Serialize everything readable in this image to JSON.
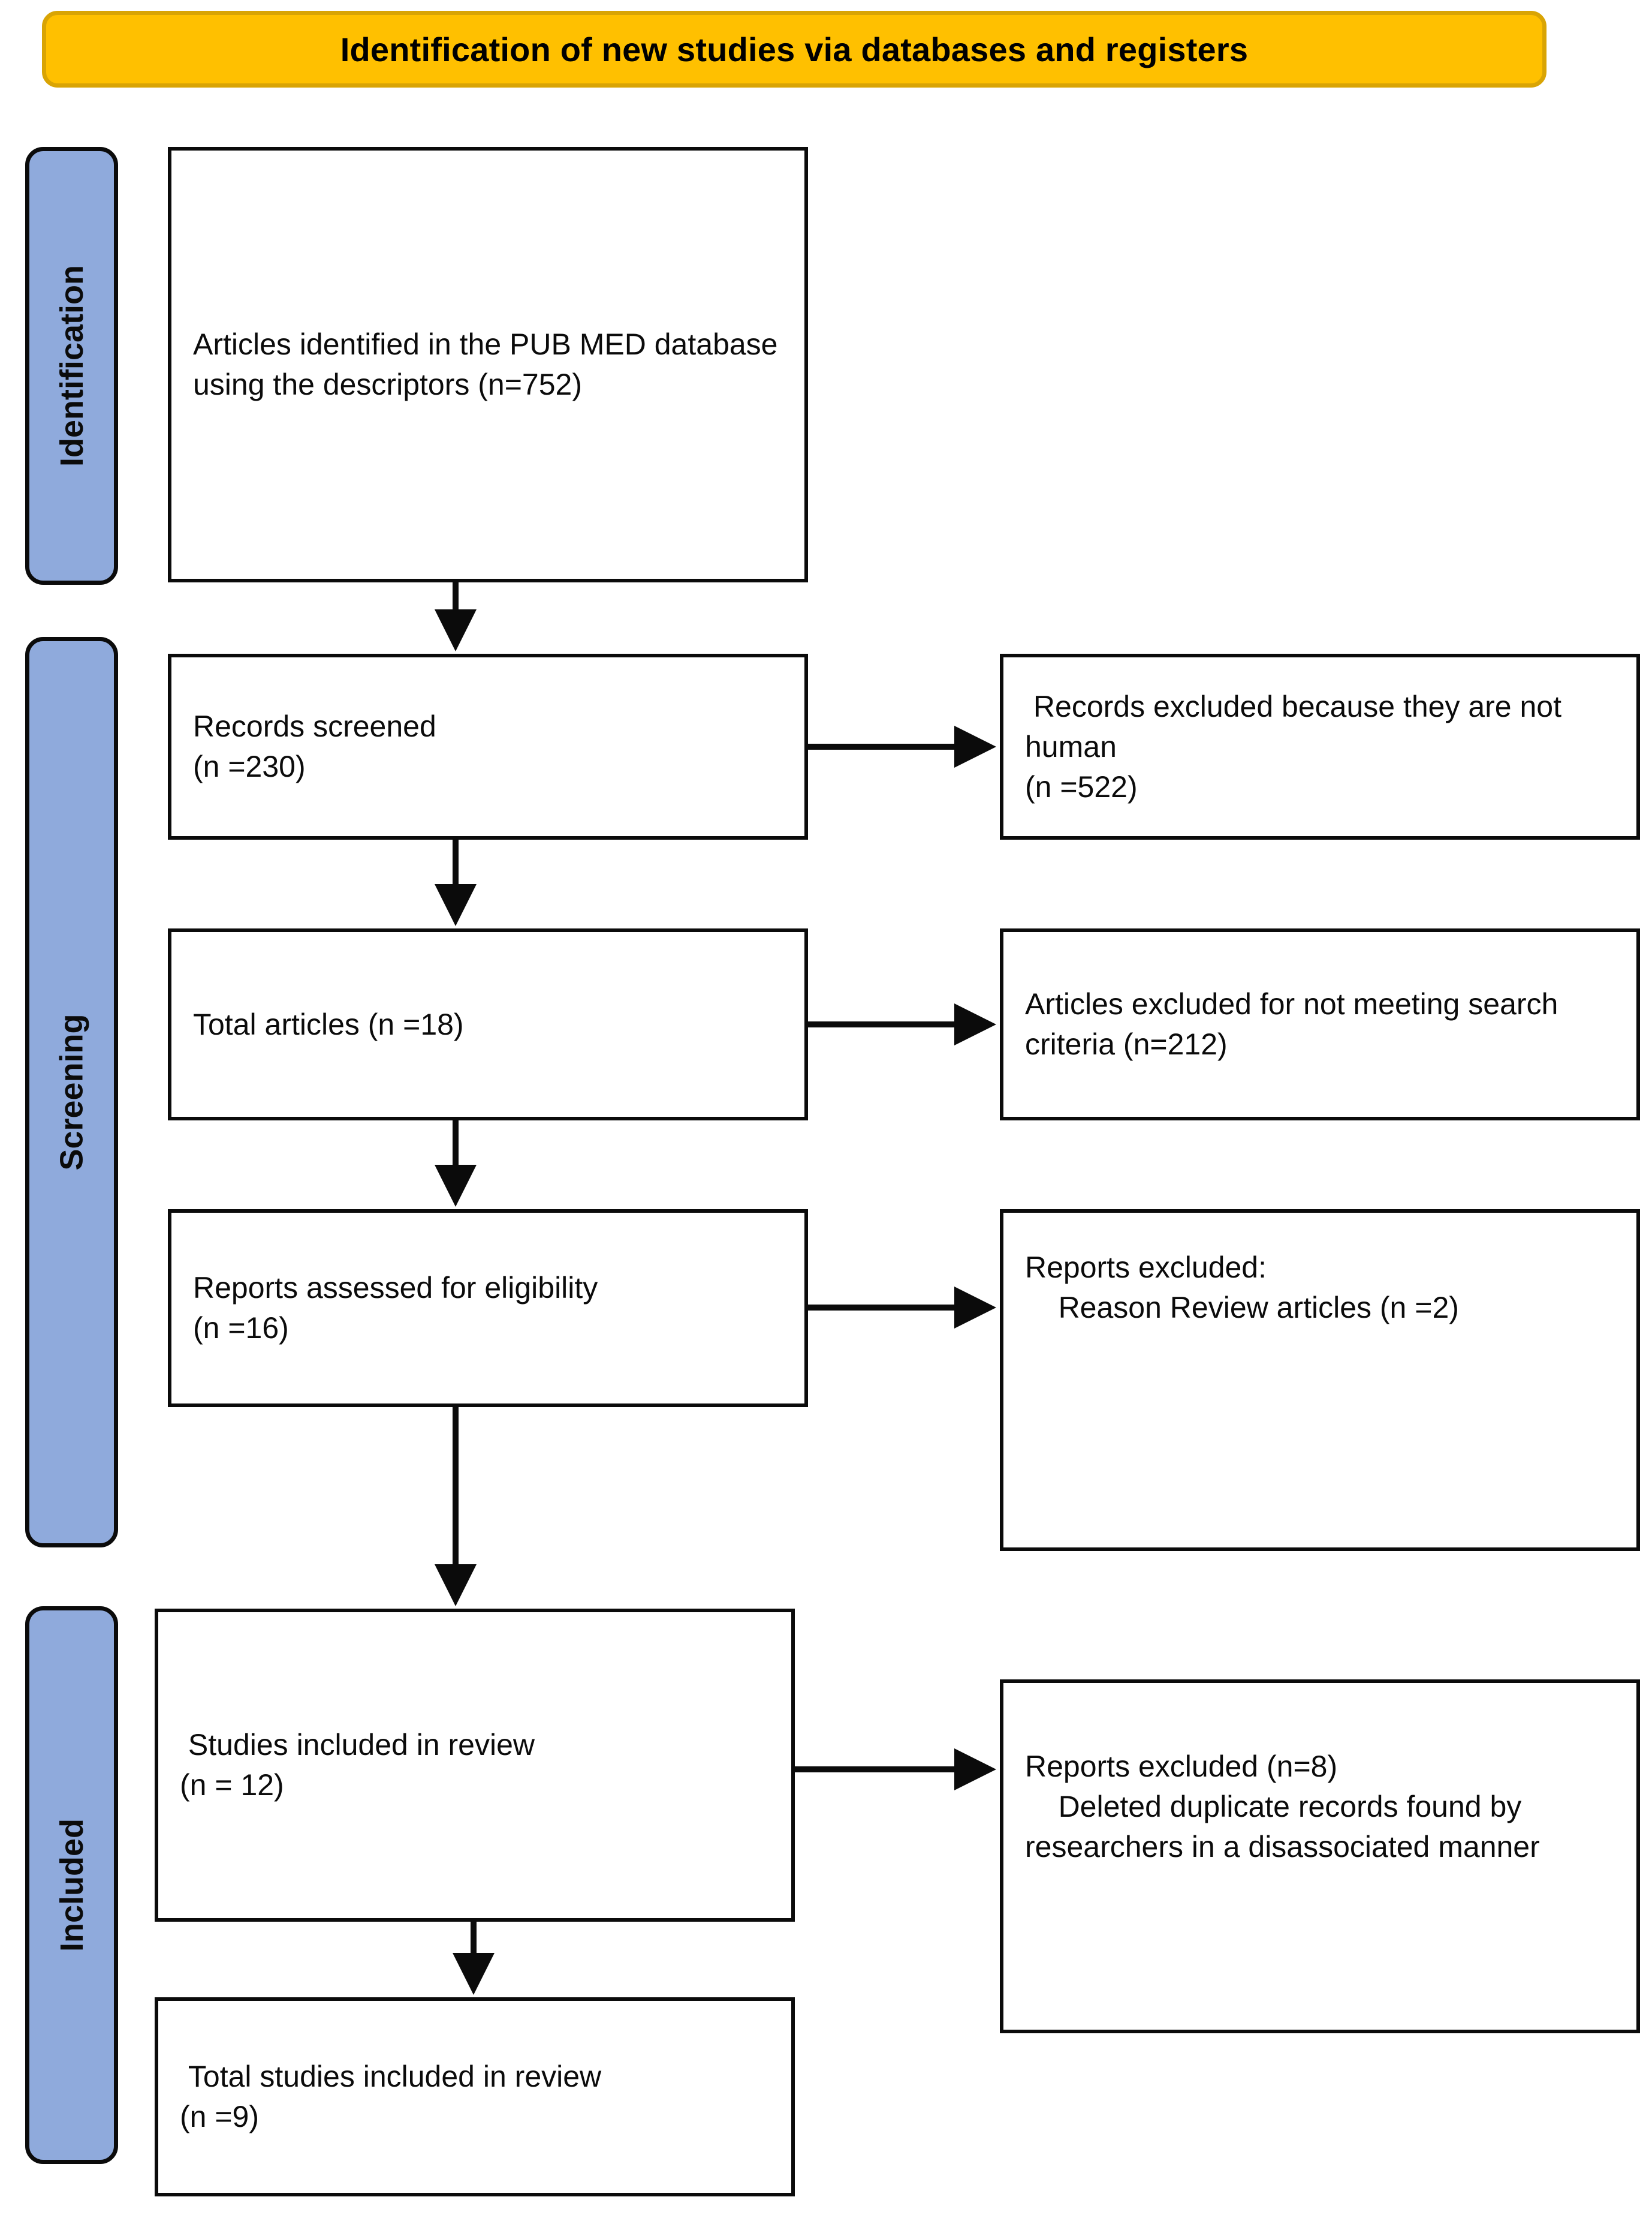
{
  "banner": {
    "title": "Identification of new studies via databases and registers",
    "fill": "#FFC000",
    "border": "#D9A404"
  },
  "stages": {
    "fill": "#8FAADC",
    "items": [
      {
        "id": "identification",
        "label": "Identification"
      },
      {
        "id": "screening",
        "label": "Screening"
      },
      {
        "id": "included",
        "label": "Included"
      }
    ]
  },
  "flow": {
    "left_column": [
      {
        "id": "identified",
        "text": "Articles identified in the PUB MED database using the descriptors (n=752)",
        "n": 752
      },
      {
        "id": "screened",
        "text": "Records screened\n(n =230)",
        "n": 230
      },
      {
        "id": "total_articles",
        "text": "Total articles (n =18)",
        "n": 18
      },
      {
        "id": "eligibility",
        "text": "Reports assessed for eligibility\n(n =16)",
        "n": 16
      },
      {
        "id": "included_in_review",
        "text": " Studies included in review\n(n = 12)",
        "n": 12
      },
      {
        "id": "total_included",
        "text": " Total studies included in review\n(n =9)",
        "n": 9
      }
    ],
    "right_column": [
      {
        "id": "excluded_not_human",
        "text": " Records excluded because they are not human\n(n =522)",
        "n": 522
      },
      {
        "id": "excluded_criteria",
        "text": "Articles excluded for not meeting search criteria (n=212)",
        "n": 212
      },
      {
        "id": "excluded_reports",
        "text": "Reports excluded:\n    Reason Review articles (n =2)",
        "n": 2
      },
      {
        "id": "excluded_duplicates",
        "text": "Reports excluded (n=8)\n    Deleted duplicate records found by researchers in a disassociated manner",
        "n": 8
      }
    ]
  },
  "chart_data": {
    "type": "diagram",
    "title": "Identification of new studies via databases and registers",
    "nodes": [
      {
        "id": "identified",
        "stage": "Identification",
        "label": "Articles identified in the PUB MED database using the descriptors",
        "n": 752
      },
      {
        "id": "screened",
        "stage": "Screening",
        "label": "Records screened",
        "n": 230
      },
      {
        "id": "excluded_not_human",
        "stage": "Screening",
        "label": "Records excluded because they are not human",
        "n": 522
      },
      {
        "id": "total_articles",
        "stage": "Screening",
        "label": "Total articles",
        "n": 18
      },
      {
        "id": "excluded_criteria",
        "stage": "Screening",
        "label": "Articles excluded for not meeting search criteria",
        "n": 212
      },
      {
        "id": "eligibility",
        "stage": "Screening",
        "label": "Reports assessed for eligibility",
        "n": 16
      },
      {
        "id": "excluded_reports",
        "stage": "Screening",
        "label": "Reports excluded: Reason Review articles",
        "n": 2
      },
      {
        "id": "included_in_review",
        "stage": "Included",
        "label": "Studies included in review",
        "n": 12
      },
      {
        "id": "excluded_duplicates",
        "stage": "Included",
        "label": "Reports excluded - Deleted duplicate records found by researchers in a disassociated manner",
        "n": 8
      },
      {
        "id": "total_included",
        "stage": "Included",
        "label": "Total studies included in review",
        "n": 9
      }
    ],
    "edges": [
      {
        "from": "identified",
        "to": "screened",
        "direction": "down"
      },
      {
        "from": "screened",
        "to": "excluded_not_human",
        "direction": "right"
      },
      {
        "from": "screened",
        "to": "total_articles",
        "direction": "down"
      },
      {
        "from": "total_articles",
        "to": "excluded_criteria",
        "direction": "right"
      },
      {
        "from": "total_articles",
        "to": "eligibility",
        "direction": "down"
      },
      {
        "from": "eligibility",
        "to": "excluded_reports",
        "direction": "right"
      },
      {
        "from": "eligibility",
        "to": "included_in_review",
        "direction": "down"
      },
      {
        "from": "included_in_review",
        "to": "excluded_duplicates",
        "direction": "right"
      },
      {
        "from": "included_in_review",
        "to": "total_included",
        "direction": "down"
      }
    ]
  }
}
